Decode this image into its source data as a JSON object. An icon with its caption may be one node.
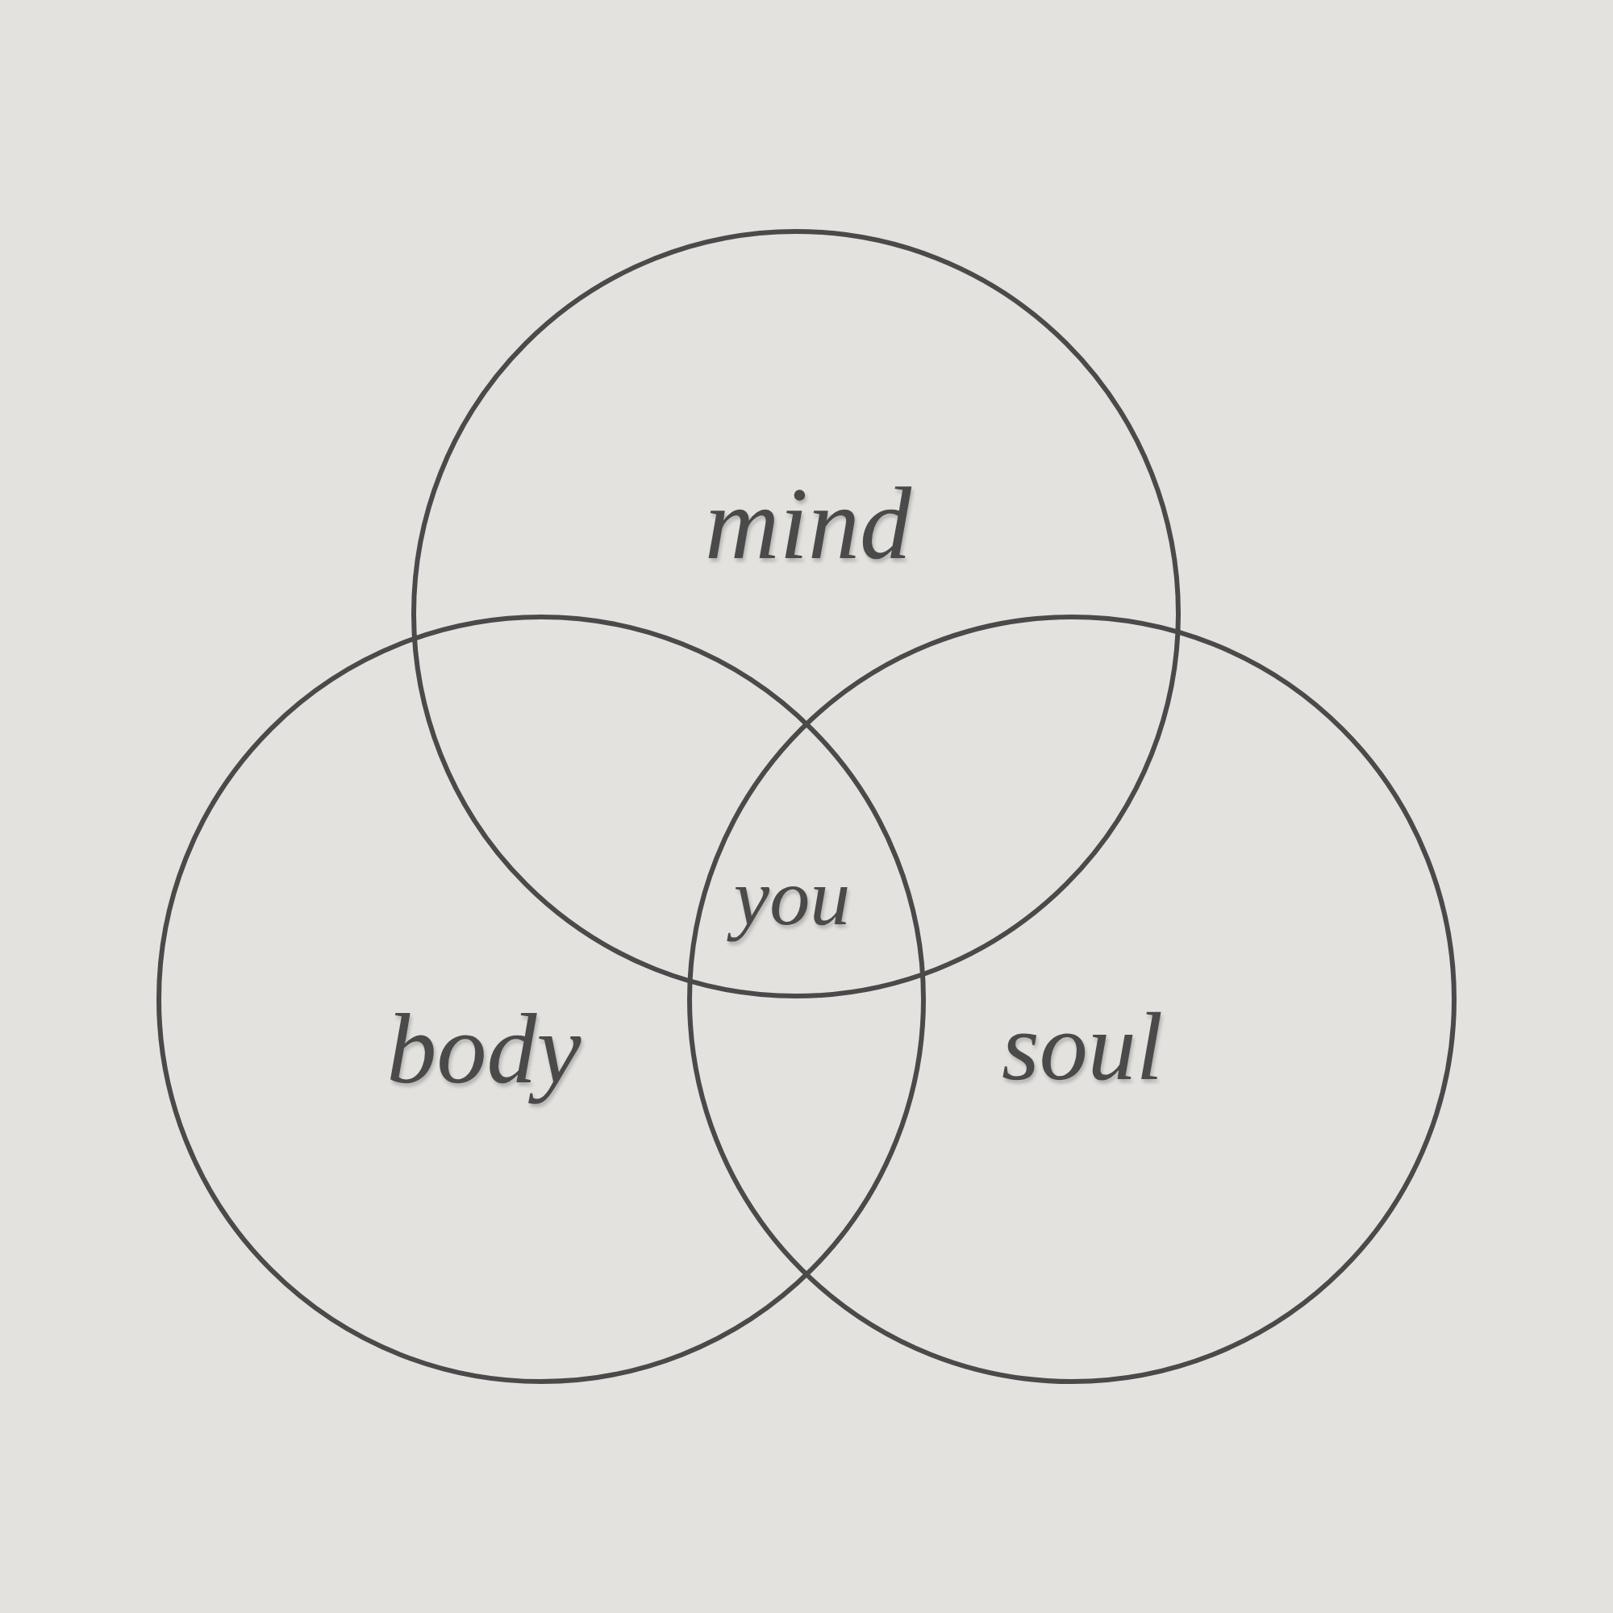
{
  "diagram": {
    "nodes": [
      {
        "text": [
          "mind"
        ]
      },
      {
        "text": [
          "body"
        ]
      },
      {
        "text": [
          "soul"
        ]
      }
    ],
    "labels": [
      "you"
    ]
  }
}
